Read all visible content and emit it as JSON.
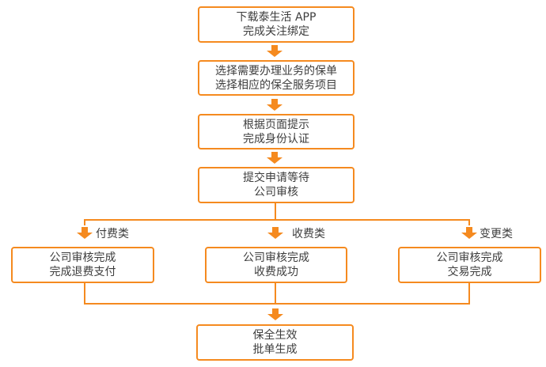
{
  "colors": {
    "accent": "#f58a1f",
    "text": "#3d3d3d"
  },
  "steps": [
    {
      "lines": [
        "下载泰生活 APP",
        "完成关注绑定"
      ]
    },
    {
      "lines": [
        "选择需要办理业务的保单",
        "选择相应的保全服务项目"
      ]
    },
    {
      "lines": [
        "根据页面提示",
        "完成身份认证"
      ]
    },
    {
      "lines": [
        "提交申请等待",
        "公司审核"
      ]
    }
  ],
  "branches": [
    {
      "category": "付费类",
      "lines": [
        "公司审核完成",
        "完成退费支付"
      ]
    },
    {
      "category": "收费类",
      "lines": [
        "公司审核完成",
        "收费成功"
      ]
    },
    {
      "category": "变更类",
      "lines": [
        "公司审核完成",
        "交易完成"
      ]
    }
  ],
  "final": {
    "lines": [
      "保全生效",
      "批单生成"
    ]
  },
  "icons": {
    "arrow": "arrow-down-icon"
  }
}
